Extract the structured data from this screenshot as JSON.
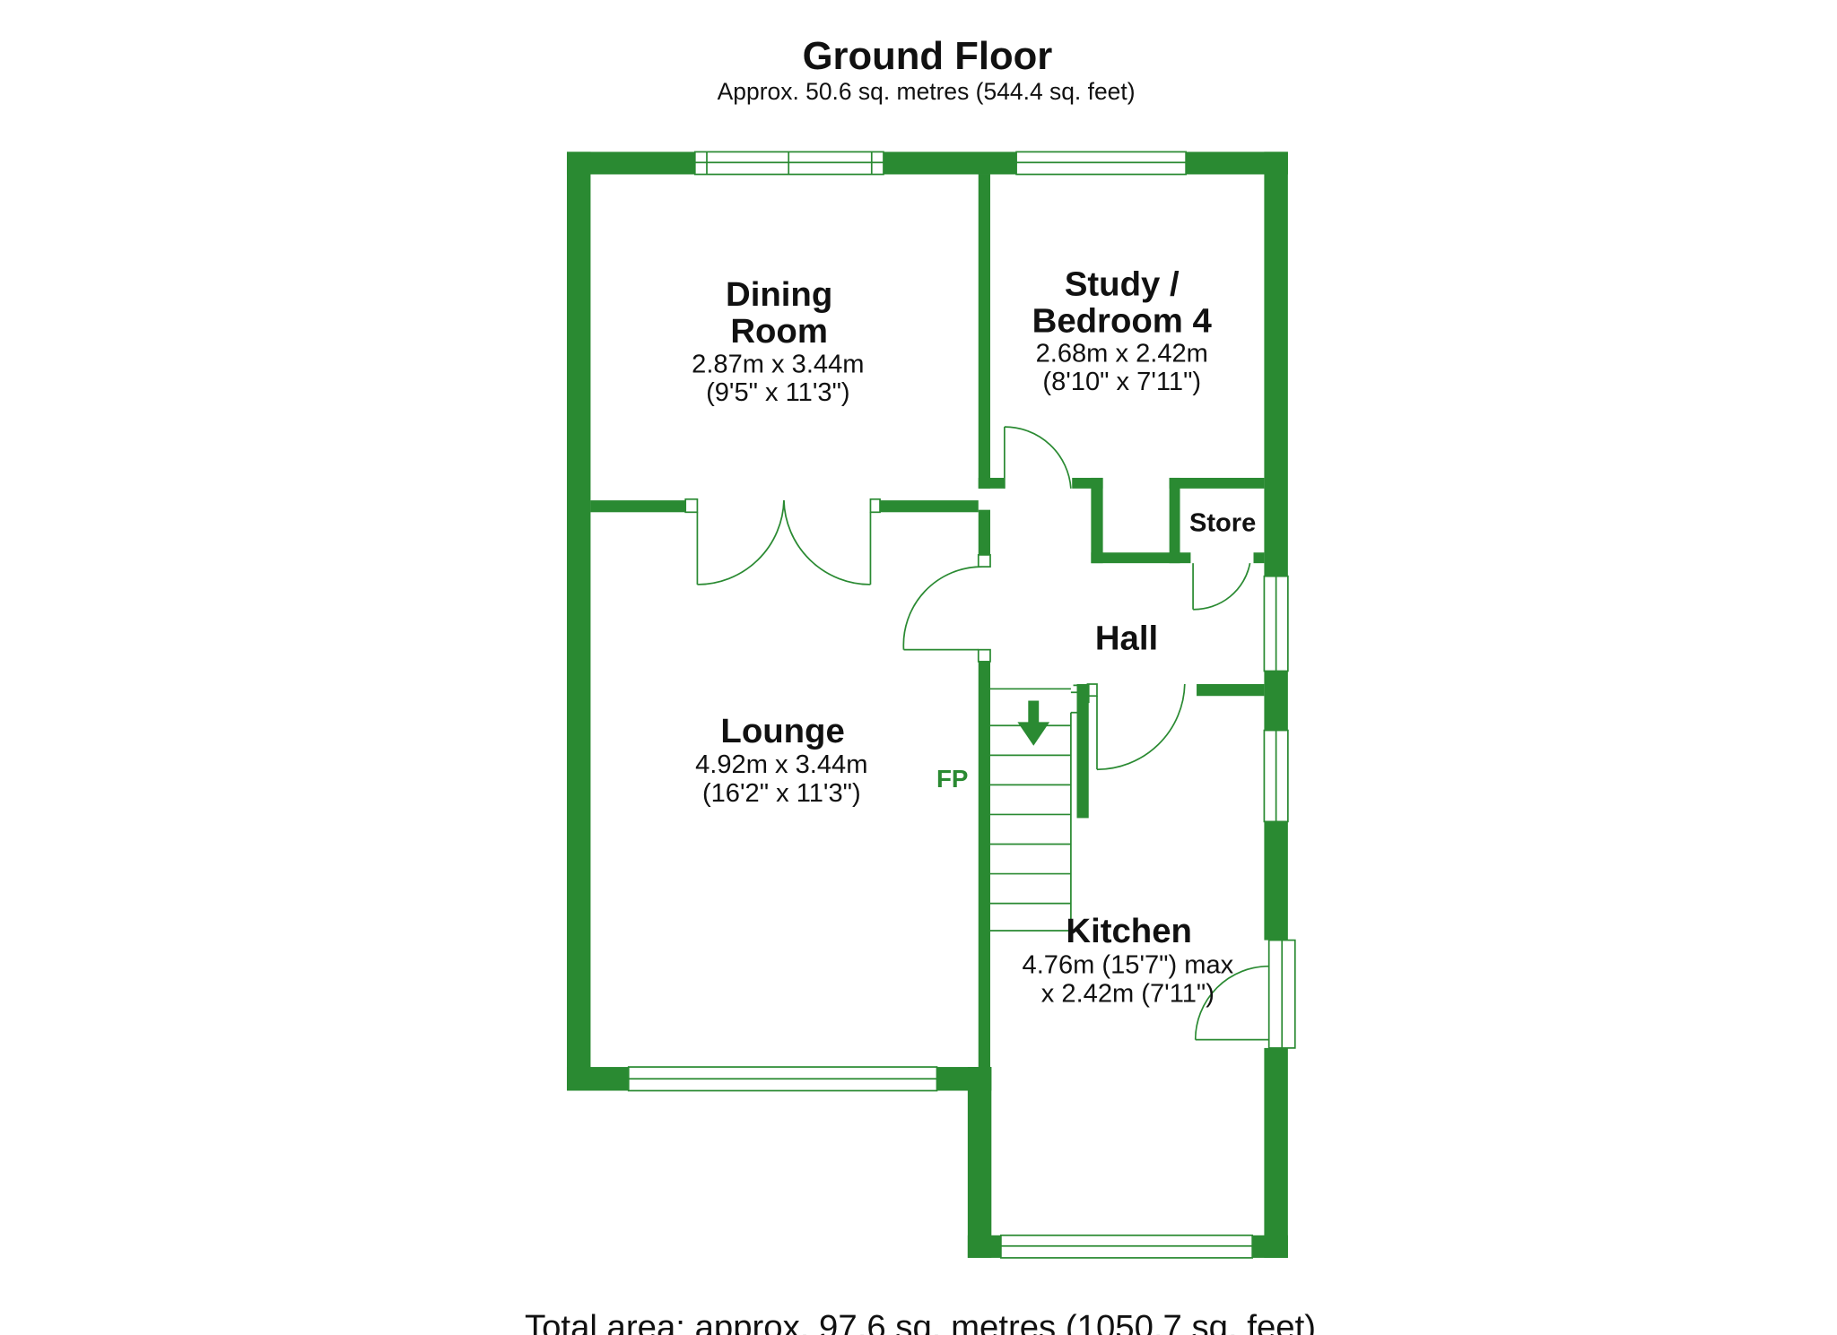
{
  "plan": {
    "title": "Ground Floor",
    "subtitle": "Approx. 50.6 sq. metres (544.4 sq. feet)",
    "total": "Total area: approx. 97.6 sq. metres (1050.7 sq. feet)",
    "fp": "FP",
    "wall_color": "#2a8a32"
  },
  "rooms": {
    "dining": {
      "name1": "Dining",
      "name2": "Room",
      "dim1": "2.87m x 3.44m",
      "dim2": "(9'5\" x 11'3\")"
    },
    "study": {
      "name1": "Study /",
      "name2": "Bedroom 4",
      "dim1": "2.68m x 2.42m",
      "dim2": "(8'10\" x 7'11\")"
    },
    "store": {
      "name": "Store"
    },
    "hall": {
      "name": "Hall"
    },
    "lounge": {
      "name": "Lounge",
      "dim1": "4.92m x 3.44m",
      "dim2": "(16'2\" x 11'3\")"
    },
    "kitchen": {
      "name": "Kitchen",
      "dim1": "4.76m (15'7\") max",
      "dim2": "x 2.42m (7'11\")"
    }
  },
  "icons": {
    "stair_arrow": "arrow-down-icon"
  }
}
